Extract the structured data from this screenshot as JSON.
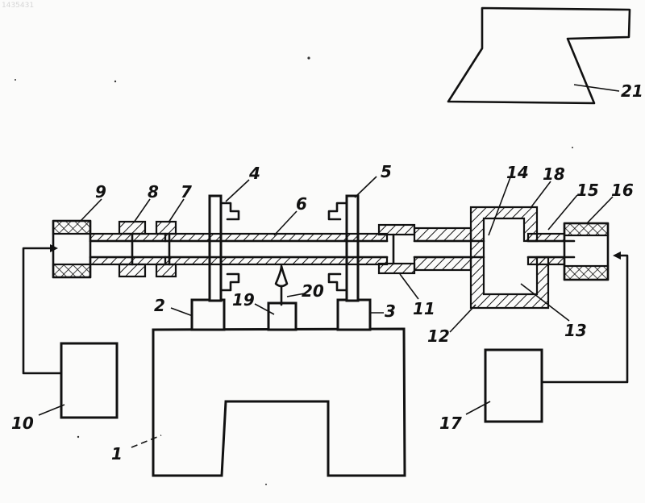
{
  "watermark": "1435431",
  "labels": {
    "n1": "1",
    "n2": "2",
    "n3": "3",
    "n4": "4",
    "n5": "5",
    "n6": "6",
    "n7": "7",
    "n8": "8",
    "n9": "9",
    "n10": "10",
    "n11": "11",
    "n12": "12",
    "n13": "13",
    "n14": "14",
    "n15": "15",
    "n16": "16",
    "n17": "17",
    "n18": "18",
    "n19": "19",
    "n20": "20",
    "n21": "21"
  }
}
